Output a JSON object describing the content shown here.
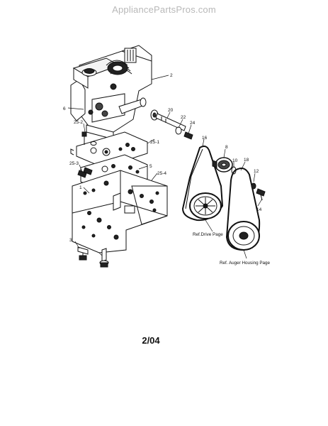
{
  "header": {
    "watermark": "AppliancePartsPros.com"
  },
  "callouts": {
    "c2": "2",
    "c6": "6",
    "c20": "20",
    "c22": "22",
    "c24": "24",
    "c25_2": "25-2",
    "c25_1": "25-1",
    "c16": "16",
    "c8": "8",
    "c18": "18",
    "c10": "10",
    "c12": "12",
    "c14": "14",
    "c25_3": "25-3",
    "c5": "5",
    "c25_4": "25-4",
    "c3": "3",
    "c1": "1"
  },
  "references": {
    "drive": "Ref.Drive Page",
    "auger": "Ref. Auger Housing Page"
  },
  "footer": {
    "date_code": "2/04"
  }
}
